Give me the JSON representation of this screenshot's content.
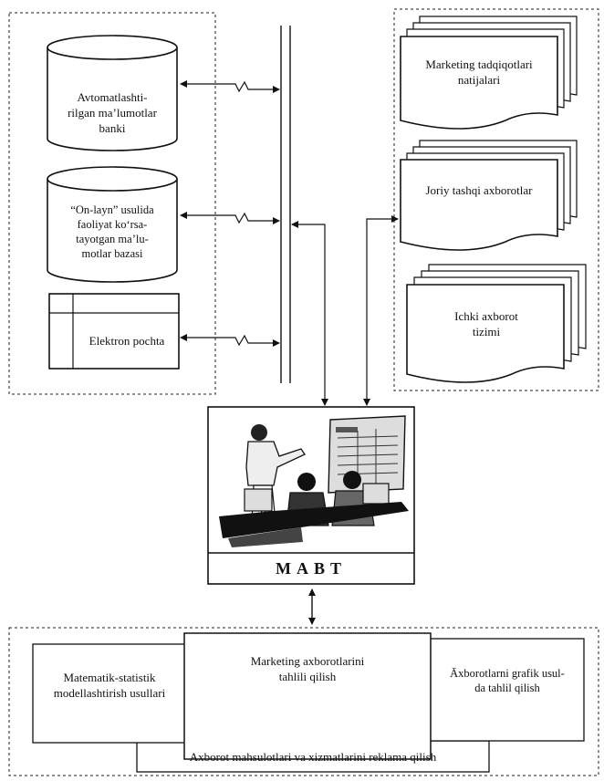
{
  "left_group": {
    "db_bank": [
      "Avtomatlashti-",
      "rilgan ma’lumotlar",
      "banki"
    ],
    "db_online": [
      "“On-layn” usulida",
      "faoliyat ko‘rsa-",
      "tayotgan ma’lu-",
      "motlar bazasi"
    ],
    "email": "Elektron pochta"
  },
  "right_group": {
    "marketing_research": [
      "Marketing tadqiqotlari",
      "natijalari"
    ],
    "current_external": "Joriy tashqi  axborotlar",
    "internal_system": [
      "Ichki axborot",
      "tizimi"
    ]
  },
  "center": {
    "title": "MABT"
  },
  "bottom_group": {
    "math_stat": [
      "Matematik-statistik",
      "modellashtirish usullari"
    ],
    "marketing_analysis": [
      "Marketing axborotlarini",
      "tahlili qilish"
    ],
    "graphic_analysis": [
      "Āxborotlarni grafik usul-",
      "da tahlil qilish"
    ],
    "advertising": "Axborot mahsulotlari va xizmatlarini reklama qilish"
  }
}
